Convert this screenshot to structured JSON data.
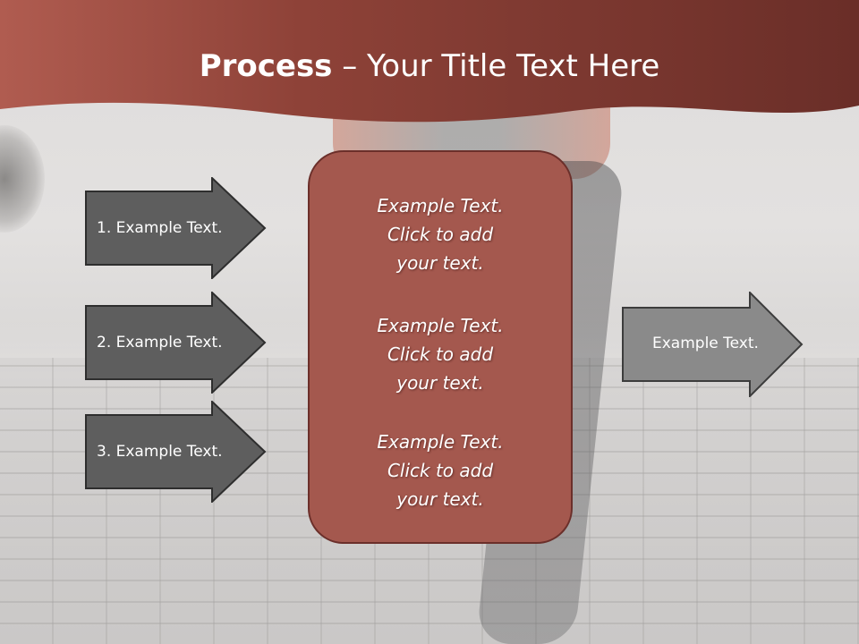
{
  "title": {
    "bold": "Process",
    "rest": " – Your Title Text Here"
  },
  "left_arrows": [
    {
      "label": "1. Example Text."
    },
    {
      "label": "2. Example Text."
    },
    {
      "label": "3. Example Text."
    }
  ],
  "center_box": {
    "items": [
      {
        "lines": [
          "Example Text.",
          "Click  to add",
          "your text."
        ]
      },
      {
        "lines": [
          "Example Text.",
          "Click  to add",
          "your text."
        ]
      },
      {
        "lines": [
          "Example Text.",
          "Click  to add",
          "your text."
        ]
      }
    ]
  },
  "right_arrow": {
    "label": "Example Text."
  },
  "colors": {
    "header": "#9a4a40",
    "center_box": "#a4584e",
    "left_arrow_fill": "#5e5e5e",
    "right_arrow_fill": "#8a8a8a"
  }
}
